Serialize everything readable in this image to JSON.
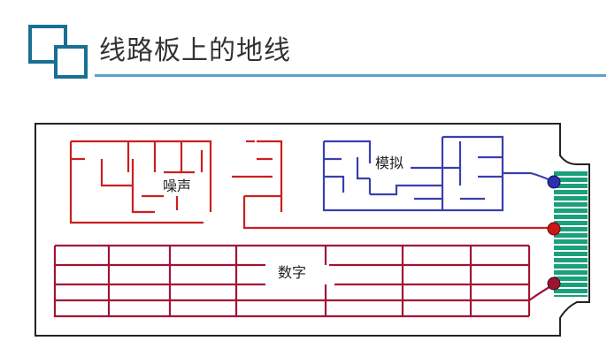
{
  "header": {
    "title": "线路板上的地线"
  },
  "diagram": {
    "labels": {
      "noise": "噪声",
      "analog": "模拟",
      "digital": "数字"
    },
    "colors": {
      "accent": "#1a6f95",
      "rule": "#5aa3c8",
      "board_outline": "#222222",
      "noise_trace": "#cc1f1f",
      "analog_trace": "#3a3fb0",
      "digital_trace": "#a31435",
      "connector_fingers": "#1aa07a",
      "node_analog": "#2b2fb0",
      "node_noise": "#cc1515",
      "node_digital": "#9a1530"
    }
  }
}
